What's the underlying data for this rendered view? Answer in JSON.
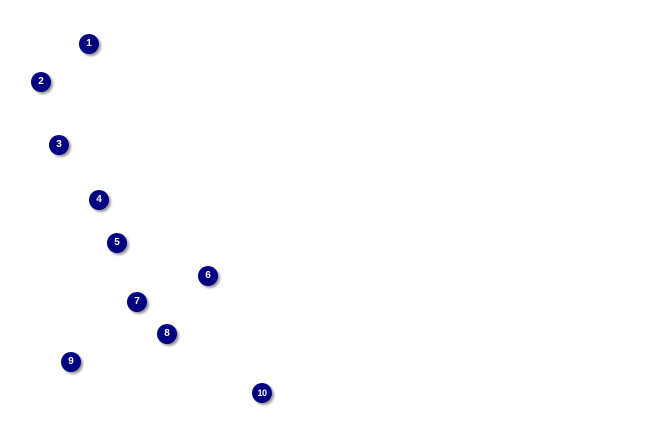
{
  "markers": [
    {
      "label": "1"
    },
    {
      "label": "2"
    },
    {
      "label": "3"
    },
    {
      "label": "4"
    },
    {
      "label": "5"
    },
    {
      "label": "6"
    },
    {
      "label": "7"
    },
    {
      "label": "8"
    },
    {
      "label": "9"
    },
    {
      "label": "10"
    }
  ],
  "colors": {
    "marker": "#010080",
    "marker_text": "#ffffff",
    "shadow": "#9a9a9a"
  }
}
